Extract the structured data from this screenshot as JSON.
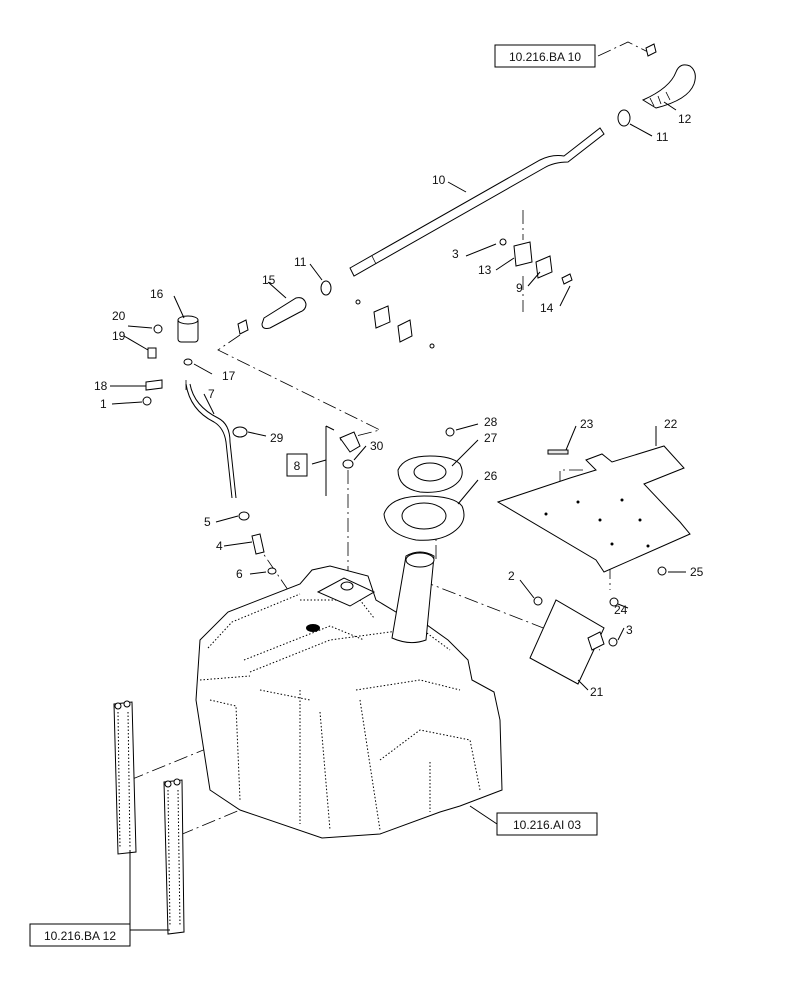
{
  "references": {
    "top": "10.216.BA 10",
    "tank": "10.216.AI 03",
    "bottom": "10.216.BA 12"
  },
  "callouts": {
    "c1": "1",
    "c2": "2",
    "c3a": "3",
    "c3b": "3",
    "c4": "4",
    "c5": "5",
    "c6": "6",
    "c7": "7",
    "c8": "8",
    "c9": "9",
    "c10": "10",
    "c11a": "11",
    "c11b": "11",
    "c12": "12",
    "c13": "13",
    "c14": "14",
    "c15": "15",
    "c16": "16",
    "c17": "17",
    "c18": "18",
    "c19": "19",
    "c20": "20",
    "c21": "21",
    "c22": "22",
    "c23": "23",
    "c24": "24",
    "c25": "25",
    "c26": "26",
    "c27": "27",
    "c28": "28",
    "c29": "29",
    "c30": "30"
  }
}
